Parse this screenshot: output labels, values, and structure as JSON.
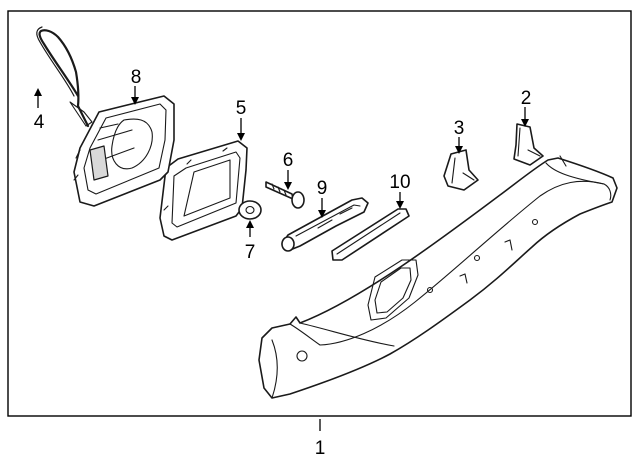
{
  "callouts": {
    "part_1": "1",
    "part_2": "2",
    "part_3": "3",
    "part_4": "4",
    "part_5": "5",
    "part_6": "6",
    "part_7": "7",
    "part_8": "8",
    "part_9": "9",
    "part_10": "10"
  },
  "colors": {
    "line": "#1a1a1a",
    "background": "#ffffff",
    "shading": "#d9d9d9"
  }
}
